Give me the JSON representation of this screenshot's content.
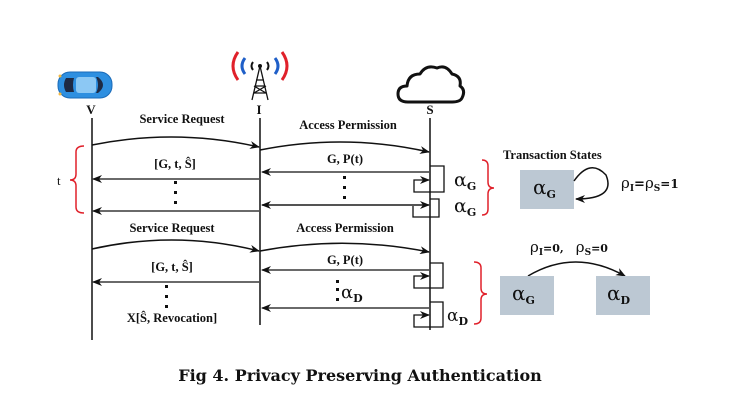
{
  "figure": {
    "caption": "Fig 4. Privacy Preserving Authentication",
    "entities": [
      {
        "id": "V",
        "label": "V",
        "icon": "car-icon"
      },
      {
        "id": "I",
        "label": "I",
        "icon": "antenna-tower-icon"
      },
      {
        "id": "S",
        "label": "S",
        "icon": "cloud-icon"
      }
    ],
    "phase1": {
      "v_to_i": "Service Request",
      "i_to_s": "Access Permission",
      "i_to_v": "[G, t, Ŝ]",
      "s_to_i": "G, P(t)",
      "period_label": "t",
      "states": [
        "α",
        "α"
      ],
      "state_sub": "G"
    },
    "phase2": {
      "v_to_i": "Service Request",
      "i_to_s": "Access Permission",
      "i_to_v": "[G, t, Ŝ]",
      "s_to_i": "G, P(t)",
      "s_to_i_2": "α",
      "s_to_i_2_sub": "D",
      "revocation": "X[Ŝ, Revocation]",
      "state": "α",
      "state_sub": "D"
    },
    "transaction_states": {
      "title": "Transaction States",
      "self_loop": {
        "state": "α",
        "sub": "G",
        "condition_rho_i": "ρ",
        "cond_i_sub": "I",
        "eq": "=",
        "cond_s_sub": "S",
        "value": "=1"
      },
      "transition": {
        "from": "α",
        "from_sub": "G",
        "to": "α",
        "to_sub": "D",
        "cond_i": "ρ",
        "cond_i_sub": "I",
        "cond_i_val": "=0,",
        "cond_s": "ρ",
        "cond_s_sub": "S",
        "cond_s_val": "=0"
      }
    },
    "colors": {
      "bracket": "#e0202a",
      "state_box": "#bcc8d3",
      "signal_outer": "#e0202a",
      "signal_inner": "#1f5fc8",
      "car_body": "#2e8fe0"
    }
  }
}
